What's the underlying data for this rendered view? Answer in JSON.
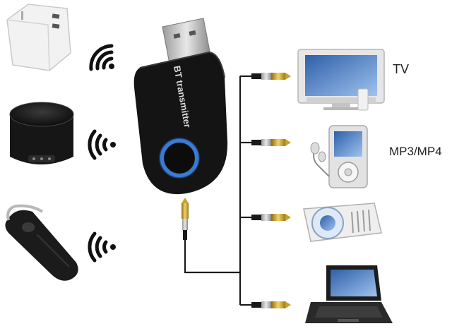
{
  "device": {
    "brand_text": "BT transmitter"
  },
  "outputs": {
    "tv_label": "TV",
    "mp3_label": "MP3/MP4"
  },
  "colors": {
    "body": "#141414",
    "ring": "#3a7bd5",
    "cable": "#1a1a1a",
    "plug": "#c9a227"
  },
  "icons": [
    "wall-charger",
    "bluetooth-speaker",
    "bluetooth-headset",
    "wifi-signal",
    "usb-connector",
    "audio-jack",
    "television",
    "mp3-player",
    "cd-player",
    "laptop"
  ]
}
